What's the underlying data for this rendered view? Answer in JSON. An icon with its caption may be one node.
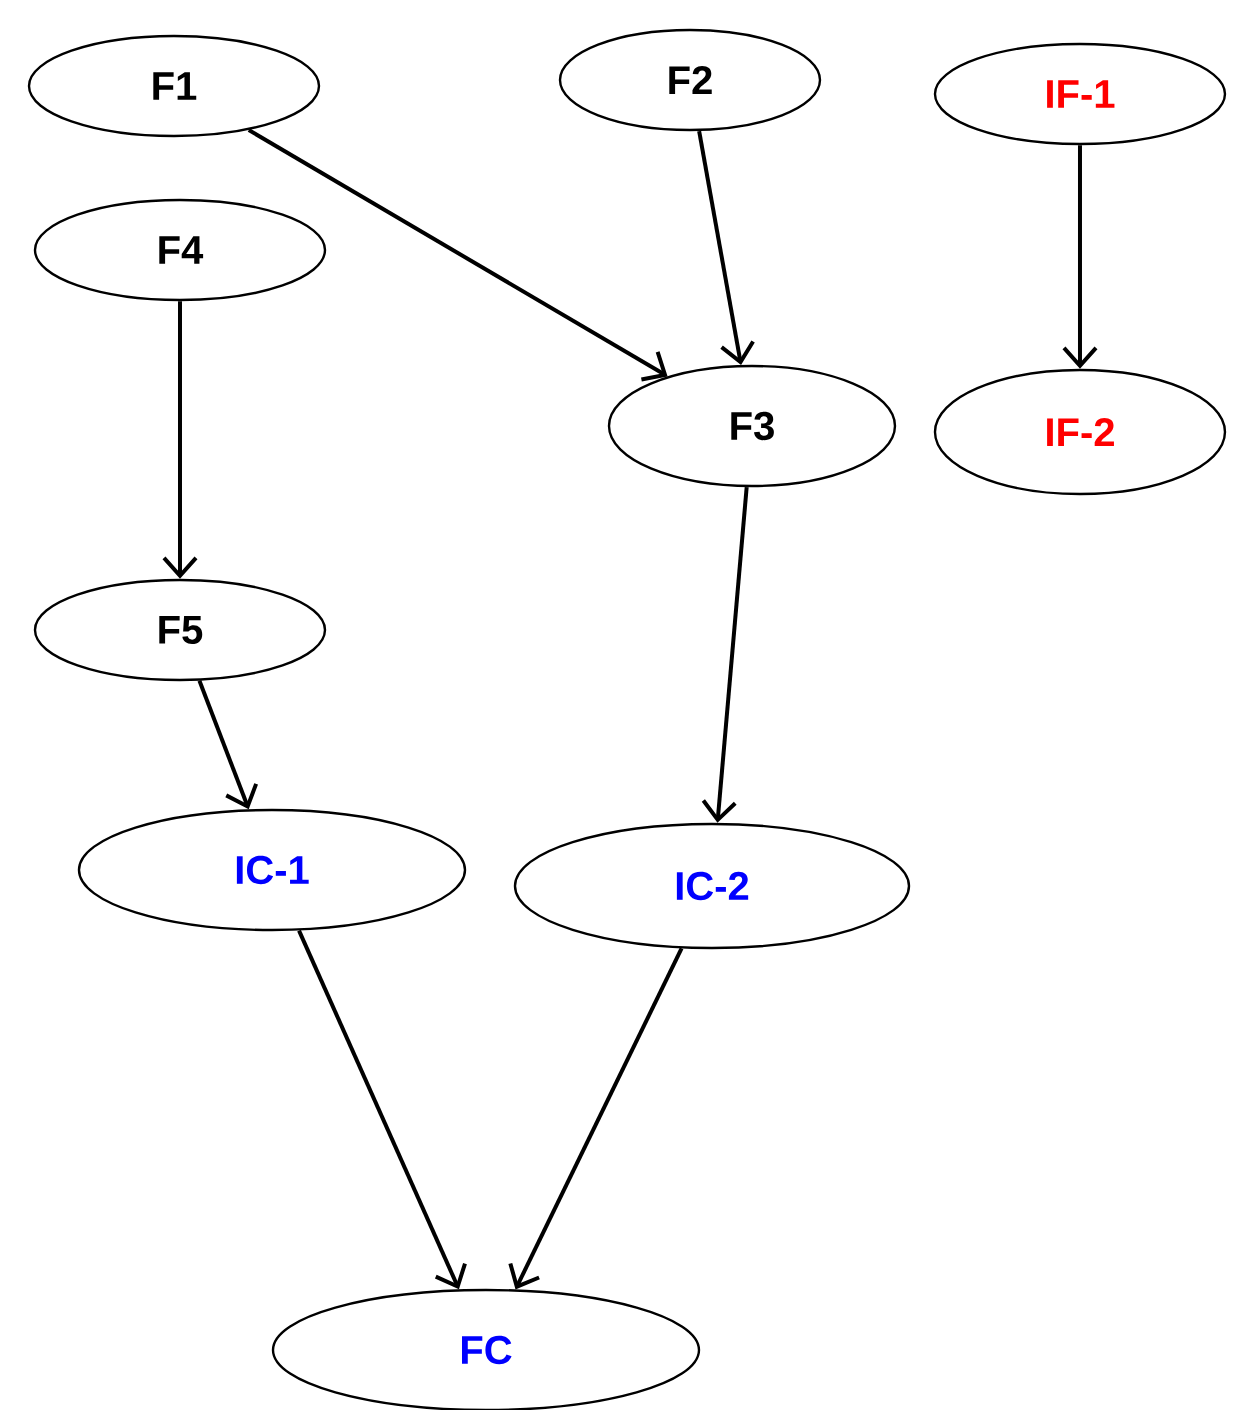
{
  "diagram": {
    "nodes": [
      {
        "text": [
          "F1"
        ]
      },
      {
        "text": [
          "F2"
        ]
      },
      {
        "text": [
          "IF-1"
        ]
      },
      {
        "text": [
          "F4"
        ]
      },
      {
        "text": [
          "F3"
        ]
      },
      {
        "text": [
          "IF-2"
        ]
      },
      {
        "text": [
          "F5"
        ]
      },
      {
        "text": [
          "IC-1"
        ]
      },
      {
        "text": [
          "IC-2"
        ]
      },
      {
        "text": [
          "FC"
        ]
      }
    ],
    "edges": [
      {
        "from": 0,
        "to": 4,
        "arrow": "to"
      },
      {
        "from": 1,
        "to": 4,
        "arrow": "to"
      },
      {
        "from": 2,
        "to": 5,
        "arrow": "to"
      },
      {
        "from": 3,
        "to": 6,
        "arrow": "to"
      },
      {
        "from": 4,
        "to": 8,
        "arrow": "to"
      },
      {
        "from": 6,
        "to": 7,
        "arrow": "to"
      },
      {
        "from": 7,
        "to": 9,
        "arrow": "to"
      },
      {
        "from": 8,
        "to": 9,
        "arrow": "to"
      }
    ]
  }
}
